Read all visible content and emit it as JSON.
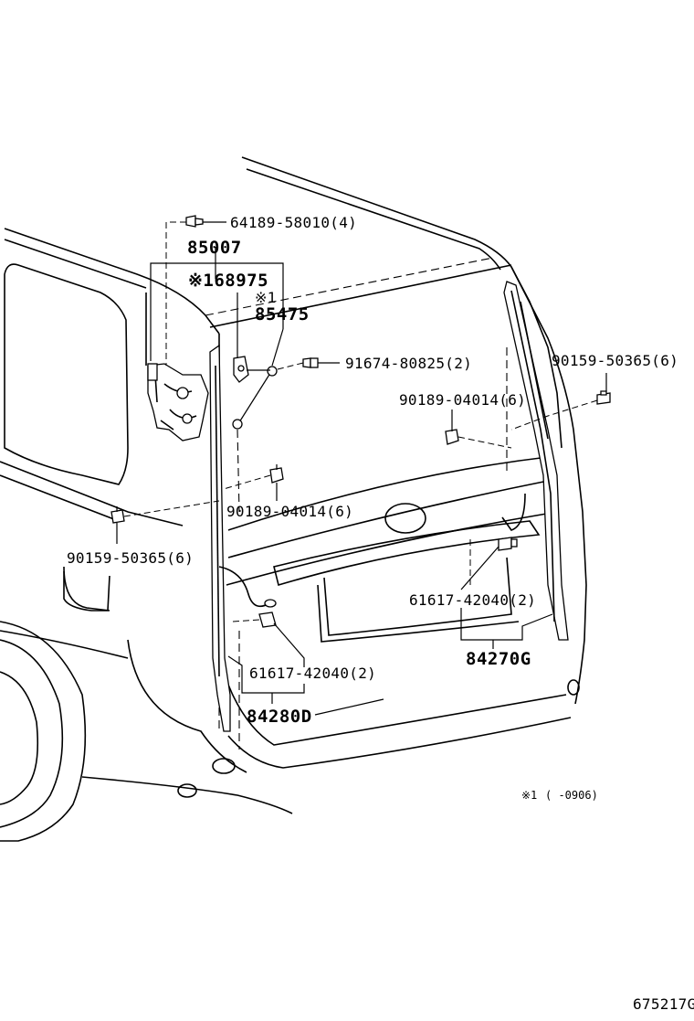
{
  "labels": {
    "p64189": "64189-58010(4)",
    "p85007": "85007",
    "p68975": "※168975",
    "p85475_note": "※1",
    "p85475": "85475",
    "p91674": "91674-80825(2)",
    "p90159_right": "90159-50365(6)",
    "p90189_right": "90189-04014(6)",
    "p90189_left": "90189-04014(6)",
    "p90159_left": "90159-50365(6)",
    "p61617_right": "61617-42040(2)",
    "p84270": "84270G",
    "p61617_left": "61617-42040(2)",
    "p84280": "84280D"
  },
  "footnote": {
    "mark": "※1",
    "range": "(      -0906)"
  },
  "figure_code": "675217G"
}
